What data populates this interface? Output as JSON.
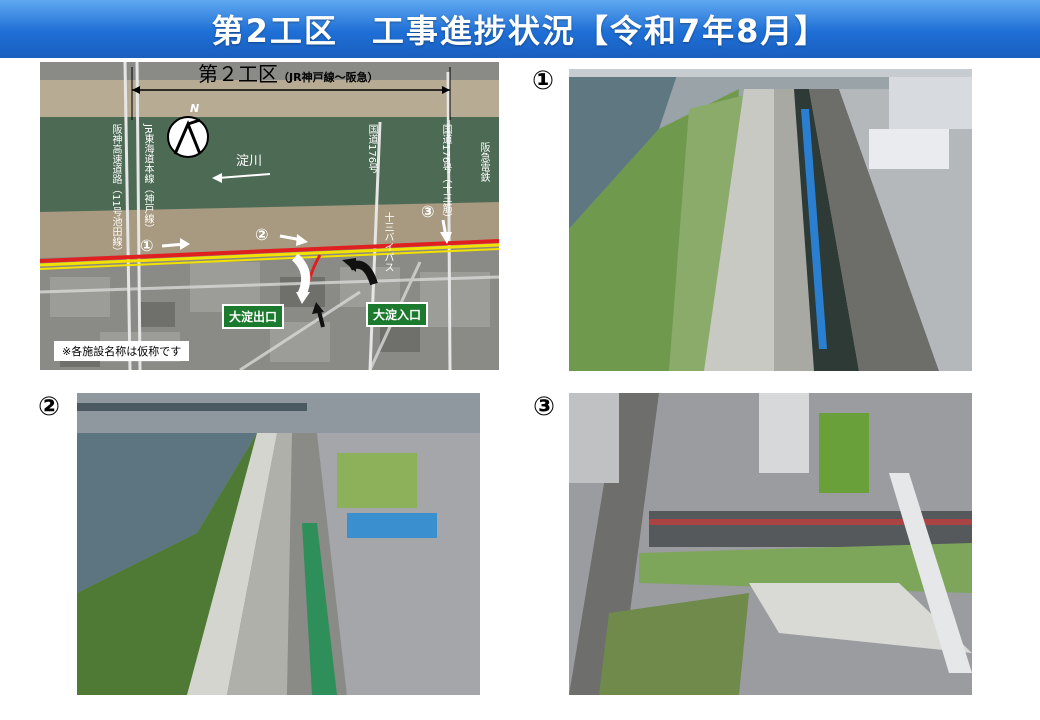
{
  "title": "第2工区　工事進捗状況【令和7年8月】",
  "map": {
    "section_label": "第２工区",
    "section_sub": "（JR神戸線～阪急）",
    "north": "N",
    "river": "淀川",
    "road_hanshin": "阪神高速道路（11号池田線）",
    "road_jr": "JR東海道本線（神戸線）",
    "road_176": "国道176号",
    "road_176_juso": "国道176号（十三筋）",
    "road_hankyu": "阪急電鉄",
    "road_juso_bypass": "十三バイパス",
    "marker_1": "①",
    "marker_2": "②",
    "marker_3": "③",
    "exit_sign": "大淀出口",
    "entrance_sign": "大淀入口",
    "note": "※各施設名称は仮称です"
  },
  "photos": {
    "label_1": "①",
    "label_2": "②",
    "label_3": "③"
  },
  "colors": {
    "title_bg": "#1e6fd6",
    "route_red": "#e02020",
    "route_yellow": "#f2e200",
    "sign_green": "#1b7a2d"
  }
}
